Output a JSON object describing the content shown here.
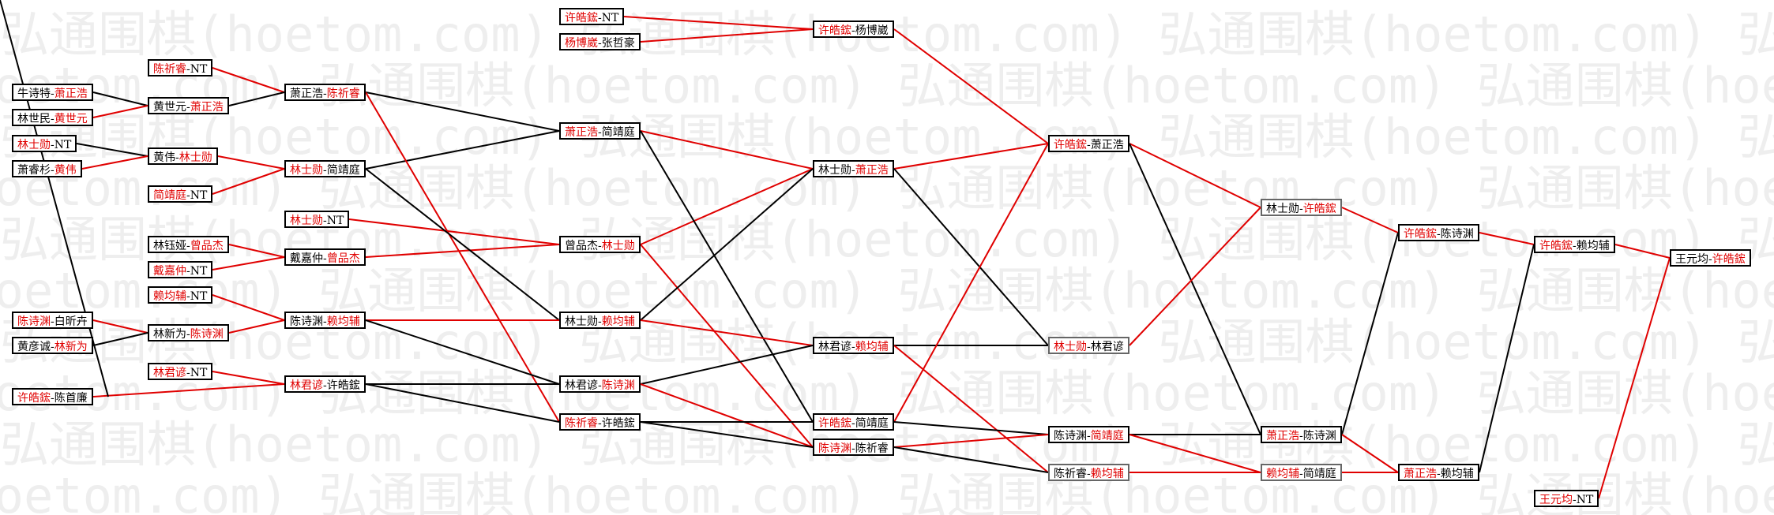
{
  "watermark": "弘通围棋(hoetom.com)",
  "colors": {
    "win": "#e00000",
    "line_black": "#000000",
    "line_red": "#e00000",
    "watermark": "#eeeeee"
  },
  "nodes": [
    {
      "id": "n1",
      "p1": "牛诗特",
      "p2": "萧正浩",
      "w": 2
    },
    {
      "id": "n2",
      "p1": "林世民",
      "p2": "黄世元",
      "w": 2
    },
    {
      "id": "n3",
      "p1": "林士勋",
      "p2": "NT",
      "w": 1
    },
    {
      "id": "n4",
      "p1": "萧睿杉",
      "p2": "黄伟",
      "w": 2
    },
    {
      "id": "n5",
      "p1": "陈诗渊",
      "p2": "白昕卉",
      "w": 1
    },
    {
      "id": "n6",
      "p1": "黄彦诚",
      "p2": "林新为",
      "w": 2
    },
    {
      "id": "n7",
      "p1": "许皓鋐",
      "p2": "陈首廉",
      "w": 1
    },
    {
      "id": "n8",
      "p1": "陈祈睿",
      "p2": "NT",
      "w": 1
    },
    {
      "id": "n9",
      "p1": "黄世元",
      "p2": "萧正浩",
      "w": 2
    },
    {
      "id": "n10",
      "p1": "黄伟",
      "p2": "林士勋",
      "w": 2
    },
    {
      "id": "n11",
      "p1": "简靖庭",
      "p2": "NT",
      "w": 1
    },
    {
      "id": "n12",
      "p1": "林钰娅",
      "p2": "曾品杰",
      "w": 2
    },
    {
      "id": "n13",
      "p1": "戴嘉仲",
      "p2": "NT",
      "w": 1
    },
    {
      "id": "n14",
      "p1": "赖均辅",
      "p2": "NT",
      "w": 1
    },
    {
      "id": "n15",
      "p1": "林新为",
      "p2": "陈诗渊",
      "w": 2
    },
    {
      "id": "n16",
      "p1": "林君谚",
      "p2": "NT",
      "w": 1
    },
    {
      "id": "n17",
      "p1": "萧正浩",
      "p2": "陈祈睿",
      "w": 2
    },
    {
      "id": "n18",
      "p1": "林士勋",
      "p2": "简靖庭",
      "w": 1
    },
    {
      "id": "n19",
      "p1": "林士勋",
      "p2": "NT",
      "w": 1
    },
    {
      "id": "n20",
      "p1": "戴嘉仲",
      "p2": "曾品杰",
      "w": 2
    },
    {
      "id": "n21",
      "p1": "陈诗渊",
      "p2": "赖均辅",
      "w": 2
    },
    {
      "id": "n22",
      "p1": "林君谚",
      "p2": "许皓鋐",
      "w": 1
    },
    {
      "id": "n23",
      "p1": "许皓鋐",
      "p2": "NT",
      "w": 1
    },
    {
      "id": "n24",
      "p1": "杨博崴",
      "p2": "张哲豪",
      "w": 1
    },
    {
      "id": "n25",
      "p1": "萧正浩",
      "p2": "简靖庭",
      "w": 1
    },
    {
      "id": "n26",
      "p1": "曾品杰",
      "p2": "林士勋",
      "w": 2
    },
    {
      "id": "n27",
      "p1": "林士勋",
      "p2": "赖均辅",
      "w": 2
    },
    {
      "id": "n28",
      "p1": "林君谚",
      "p2": "陈诗渊",
      "w": 2
    },
    {
      "id": "n29",
      "p1": "陈祈睿",
      "p2": "许皓鋐",
      "w": 1
    },
    {
      "id": "n30",
      "p1": "许皓鋐",
      "p2": "杨博崴",
      "w": 1
    },
    {
      "id": "n31",
      "p1": "林士勋",
      "p2": "萧正浩",
      "w": 2
    },
    {
      "id": "n32",
      "p1": "林君谚",
      "p2": "赖均辅",
      "w": 2
    },
    {
      "id": "n33",
      "p1": "许皓鋐",
      "p2": "简靖庭",
      "w": 1
    },
    {
      "id": "n34",
      "p1": "陈诗渊",
      "p2": "陈祈睿",
      "w": 1
    },
    {
      "id": "n35",
      "p1": "许皓鋐",
      "p2": "萧正浩",
      "w": 1
    },
    {
      "id": "n36",
      "p1": "林士勋",
      "p2": "林君谚",
      "w": 1
    },
    {
      "id": "n37",
      "p1": "陈诗渊",
      "p2": "简靖庭",
      "w": 2
    },
    {
      "id": "n38",
      "p1": "陈祈睿",
      "p2": "赖均辅",
      "w": 2
    },
    {
      "id": "n39",
      "p1": "林士勋",
      "p2": "许皓鋐",
      "w": 2
    },
    {
      "id": "n40",
      "p1": "萧正浩",
      "p2": "陈诗渊",
      "w": 1
    },
    {
      "id": "n41",
      "p1": "赖均辅",
      "p2": "简靖庭",
      "w": 1
    },
    {
      "id": "n42",
      "p1": "许皓鋐",
      "p2": "陈诗渊",
      "w": 1
    },
    {
      "id": "n43",
      "p1": "萧正浩",
      "p2": "赖均辅",
      "w": 1
    },
    {
      "id": "n44",
      "p1": "许皓鋐",
      "p2": "赖均辅",
      "w": 1
    },
    {
      "id": "n45",
      "p1": "王元均",
      "p2": "NT",
      "w": 1
    },
    {
      "id": "n46",
      "p1": "王元均",
      "p2": "许皓鋐",
      "w": 2
    }
  ]
}
